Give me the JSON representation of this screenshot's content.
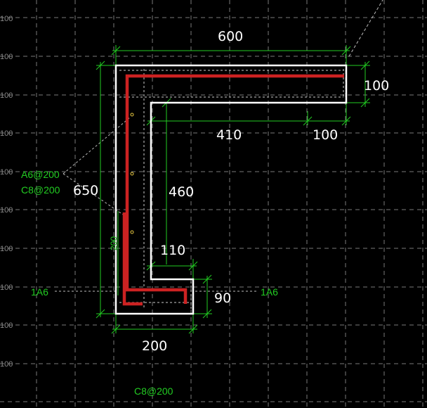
{
  "colors": {
    "background": "#000000",
    "grid": "#7a7a7a",
    "outline": "#ffffff",
    "rebar": "#cc2222",
    "dimension": "#22cc22",
    "text_white": "#ffffff",
    "text_green": "#22cc22",
    "gridlabel": "#888888"
  },
  "dimensions": {
    "top_width": "600",
    "top_thickness": "100",
    "inner_horizontal": "410",
    "inner_right": "100",
    "left_height": "650",
    "inner_vertical": "460",
    "stem_width": "110",
    "foot_height": "90",
    "bottom_width": "200",
    "small_vertical": "200"
  },
  "labels": {
    "stirrup_a": "A6@200",
    "stirrup_c": "C8@200",
    "bar_left": "1A6",
    "bar_right": "1A6",
    "bottom_rebar": "C8@200"
  },
  "grid_labels": [
    "100",
    "100",
    "100",
    "100",
    "100",
    "100",
    "100",
    "100",
    "100",
    "100"
  ]
}
